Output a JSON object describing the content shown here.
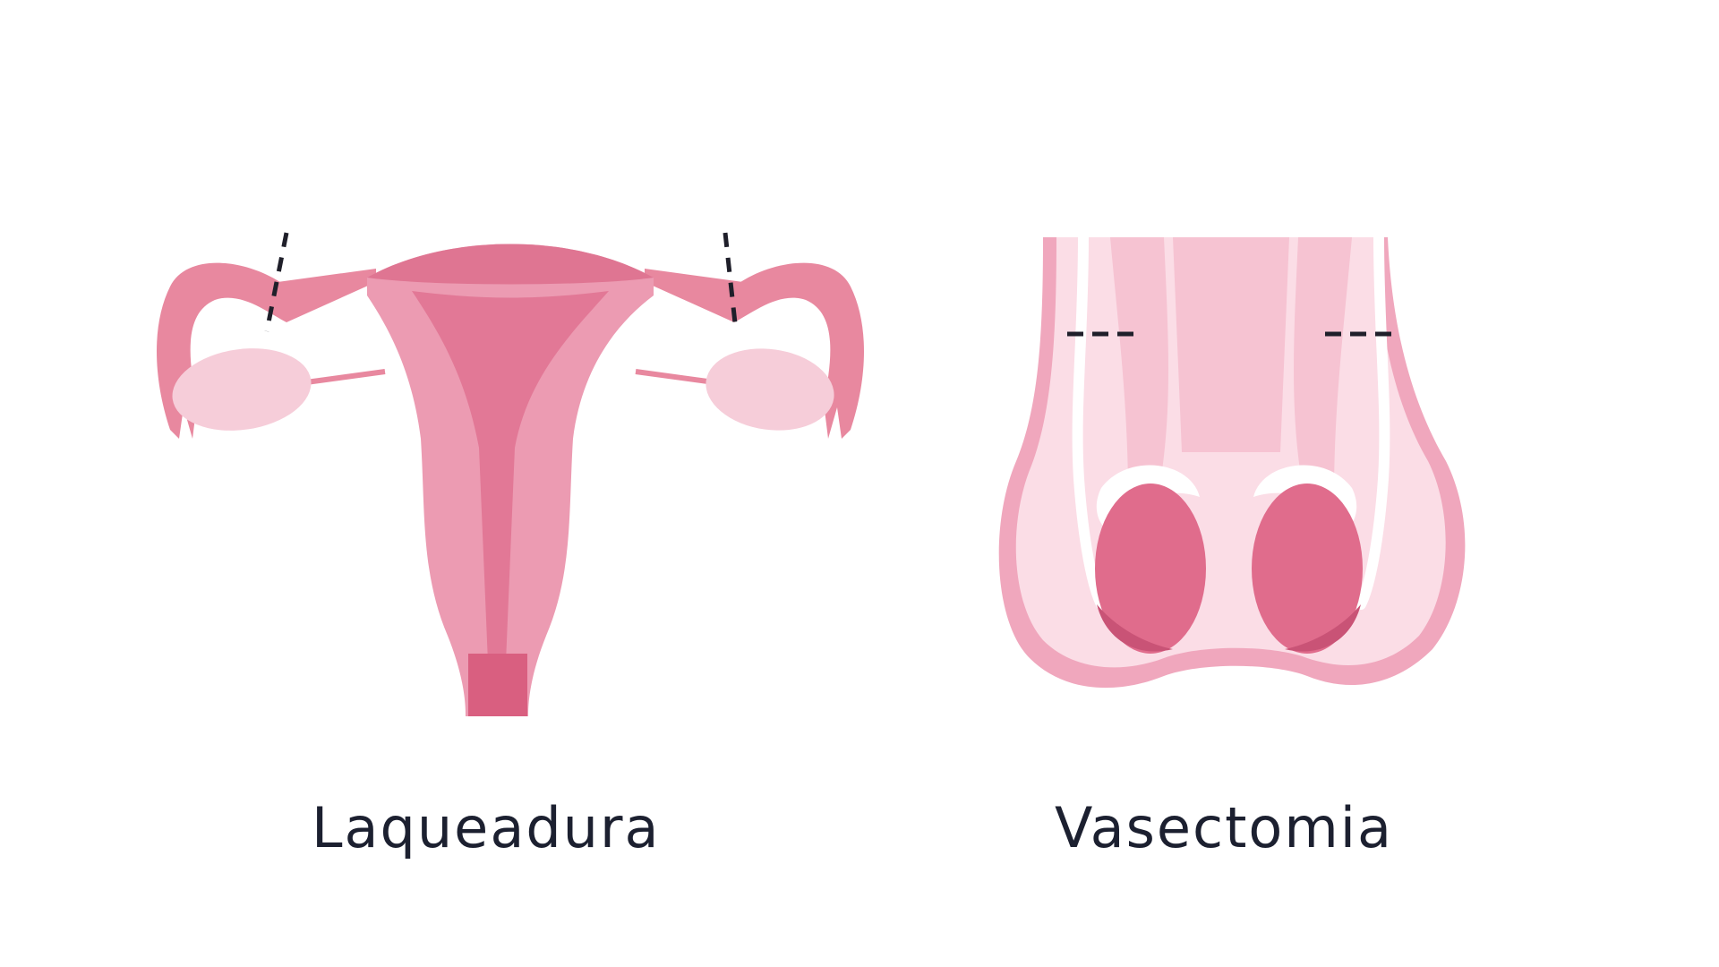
{
  "labels": {
    "left": "Laqueadura",
    "right": "Vasectomia"
  },
  "colors": {
    "background": "#ffffff",
    "uterus_body": "#ec9bb2",
    "uterus_inner": "#e27896",
    "uterus_top": "#df7592",
    "ovary": "#f6cdd9",
    "tube": "#e8889f",
    "scrotum_outline": "#f0a7bd",
    "scrotum_fill": "#fbdde6",
    "scrotum_inner": "#f6c3d2",
    "testis": "#e06c8c",
    "testis_shadow": "#c95376",
    "cut_mark": "#1f1f2a",
    "text": "#1c2030"
  },
  "icons": {
    "left_figure": "uterus-tubal-ligation-illustration",
    "right_figure": "scrotum-vasectomy-illustration"
  }
}
